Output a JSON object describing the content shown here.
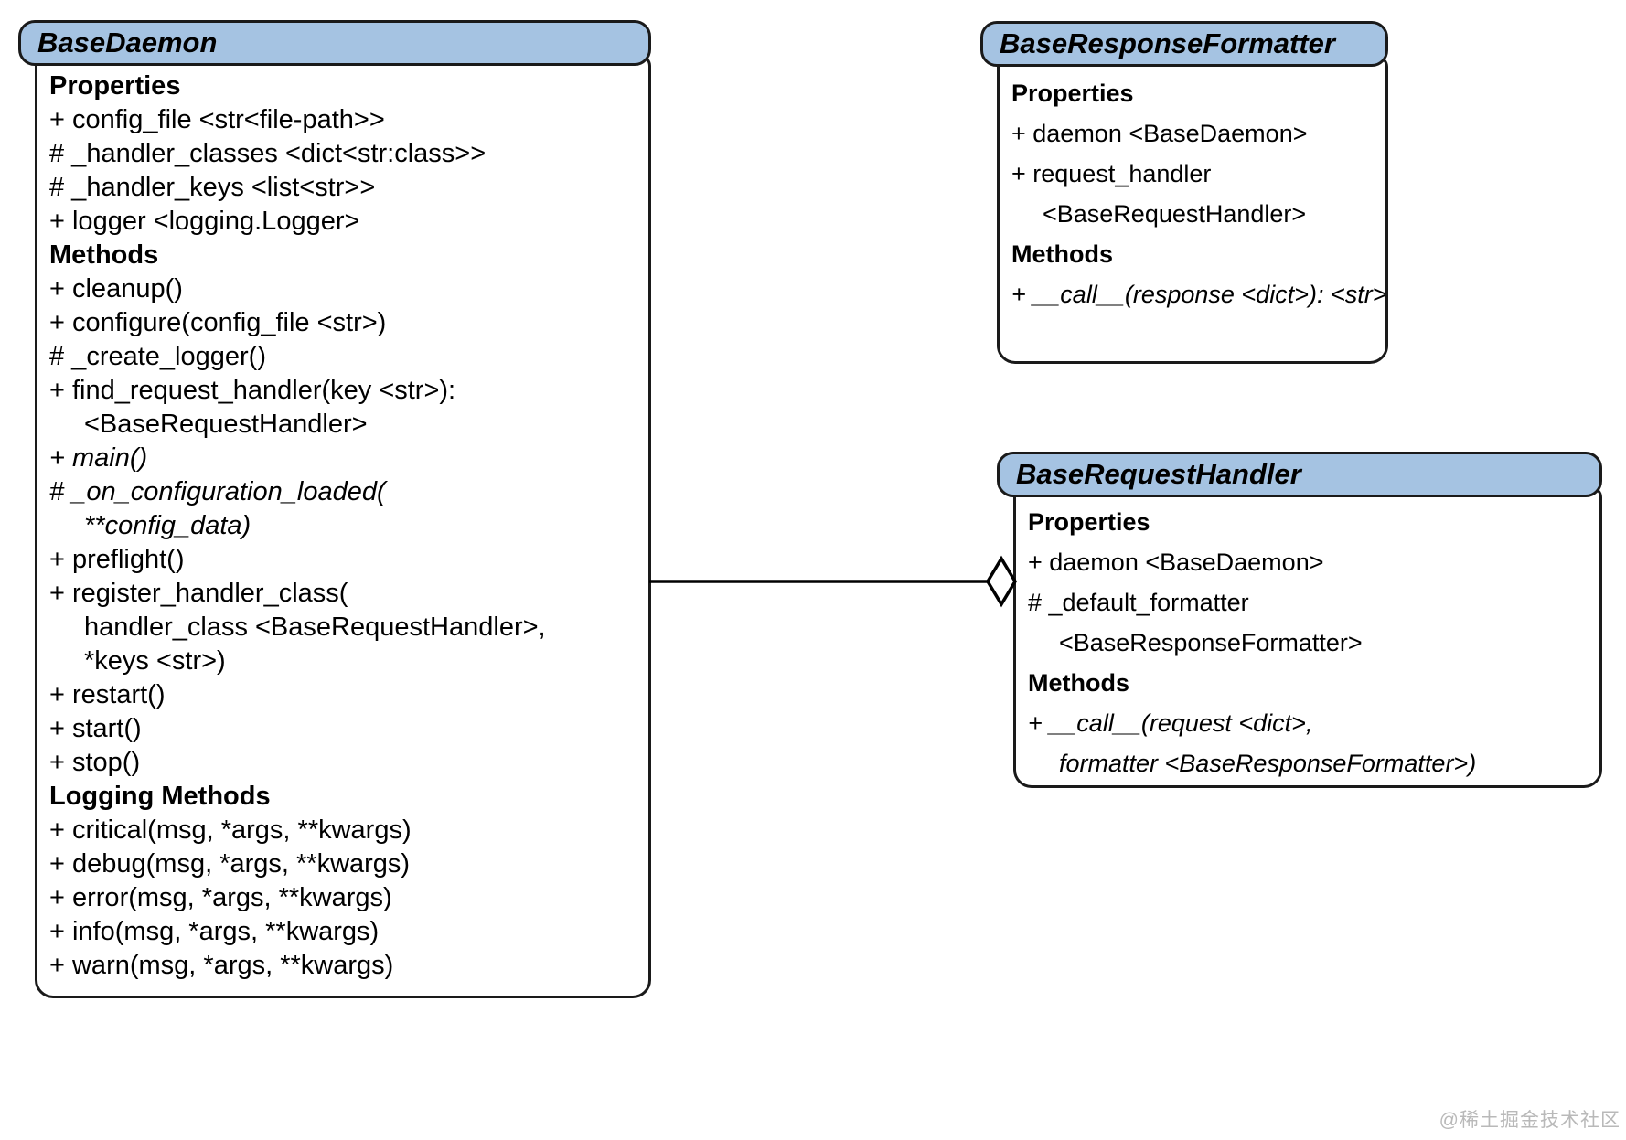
{
  "watermark": "@稀土掘金技术社区",
  "colors": {
    "header_fill": "#a5c3e2",
    "border": "#1a1a1a",
    "connector": "#000000"
  },
  "connector": {
    "type": "aggregation",
    "from": "BaseDaemon",
    "to": "BaseRequestHandler"
  },
  "classes": [
    {
      "name": "BaseDaemon",
      "lines": [
        {
          "t": "Properties",
          "b": 1
        },
        {
          "t": "+ config_file <str<file-path>>"
        },
        {
          "t": "# _handler_classes <dict<str:class>>"
        },
        {
          "t": "# _handler_keys <list<str>>"
        },
        {
          "t": "+ logger <logging.Logger>"
        },
        {
          "t": "Methods",
          "b": 1
        },
        {
          "t": "+ cleanup()"
        },
        {
          "t": "+ configure(config_file <str>)"
        },
        {
          "t": "# _create_logger()"
        },
        {
          "t": "+ find_request_handler(key <str>):"
        },
        {
          "t": "<BaseRequestHandler>",
          "ind": 1
        },
        {
          "t": "+ main()",
          "i": 1
        },
        {
          "t": "# _on_configuration_loaded(",
          "i": 1
        },
        {
          "t": "**config_data)",
          "i": 1,
          "ind": 1
        },
        {
          "t": "+ preflight()"
        },
        {
          "t": "+ register_handler_class("
        },
        {
          "t": "handler_class <BaseRequestHandler>,",
          "ind": 1
        },
        {
          "t": "*keys <str>)",
          "ind": 1
        },
        {
          "t": "+ restart()"
        },
        {
          "t": "+ start()"
        },
        {
          "t": "+ stop()"
        },
        {
          "t": "Logging Methods",
          "b": 1
        },
        {
          "t": "+ critical(msg, *args, **kwargs)"
        },
        {
          "t": "+ debug(msg, *args, **kwargs)"
        },
        {
          "t": "+ error(msg, *args, **kwargs)"
        },
        {
          "t": "+ info(msg, *args, **kwargs)"
        },
        {
          "t": "+ warn(msg, *args, **kwargs)"
        }
      ]
    },
    {
      "name": "BaseResponseFormatter",
      "lines": [
        {
          "t": "Properties",
          "b": 1
        },
        {
          "t": "+ daemon <BaseDaemon>"
        },
        {
          "t": "+ request_handler"
        },
        {
          "t": "<BaseRequestHandler>",
          "ind": 1
        },
        {
          "t": "Methods",
          "b": 1
        },
        {
          "t": "+ __call__(response <dict>): <str>",
          "i": 1
        }
      ]
    },
    {
      "name": "BaseRequestHandler",
      "lines": [
        {
          "t": "Properties",
          "b": 1
        },
        {
          "t": "+ daemon <BaseDaemon>"
        },
        {
          "t": "# _default_formatter"
        },
        {
          "t": "<BaseResponseFormatter>",
          "ind": 1
        },
        {
          "t": "Methods",
          "b": 1
        },
        {
          "t": "+ __call__(request <dict>,",
          "i": 1
        },
        {
          "t": "formatter <BaseResponseFormatter>)",
          "i": 1,
          "ind": 1
        }
      ]
    }
  ]
}
